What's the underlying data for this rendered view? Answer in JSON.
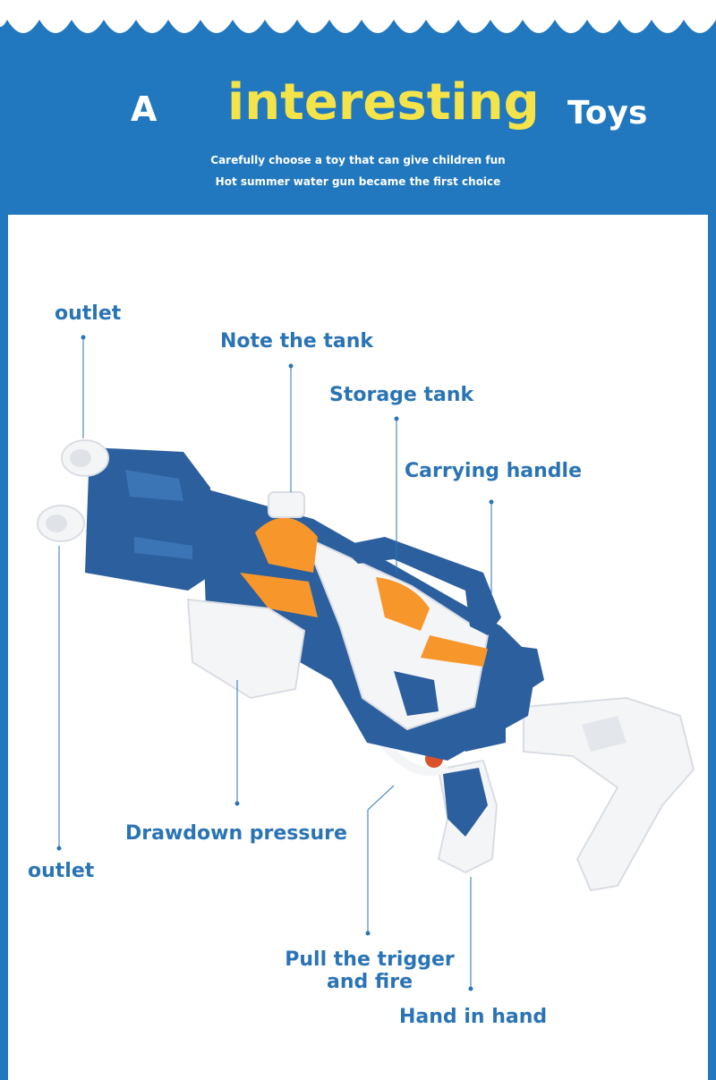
{
  "header": {
    "title_a": "A",
    "title_main": "interesting",
    "title_toys": "Toys",
    "subtitle_1": "Carefully choose a toy that can give children fun",
    "subtitle_2": "Hot summer water gun became the first choice"
  },
  "labels": {
    "outlet_top": "outlet",
    "note_tank": "Note the tank",
    "storage_tank": "Storage tank",
    "carrying_handle": "Carrying handle",
    "drawdown_pressure": "Drawdown pressure",
    "outlet_bottom": "outlet",
    "pull_trigger_line1": "Pull the trigger",
    "pull_trigger_line2": "and fire",
    "hand_in_hand": "Hand in hand"
  },
  "colors": {
    "brand_blue": "#2178bf",
    "title_yellow": "#f5e34a",
    "label_blue": "#2a74b5",
    "gun_navy": "#2c5f9e",
    "gun_orange": "#f7962b",
    "gun_white": "#f4f5f7"
  }
}
